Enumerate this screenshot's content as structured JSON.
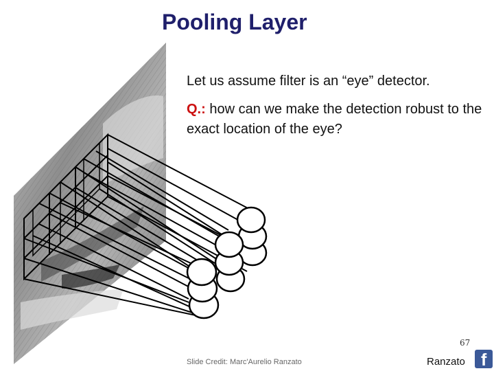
{
  "slide": {
    "title": "Pooling Layer",
    "text_line1": "Let us assume filter is an “eye” detector.",
    "question_label": "Q.:",
    "question_text": " how can we make the detection robust to the exact location of the eye?",
    "slide_number": "67",
    "credit": "Slide Credit: Marc'Aurelio Ranzato",
    "author": "Ranzato",
    "logo_letter": "f"
  },
  "figure": {
    "image_description_icon": "grayscale-face-photo",
    "input_grid_rows": 3,
    "input_grid_cols": 3,
    "output_unit_columns": 3,
    "output_units_per_column": 3
  },
  "colors": {
    "title": "#1f1f6b",
    "question_label": "#cc1111",
    "logo_bg": "#3b5998"
  }
}
